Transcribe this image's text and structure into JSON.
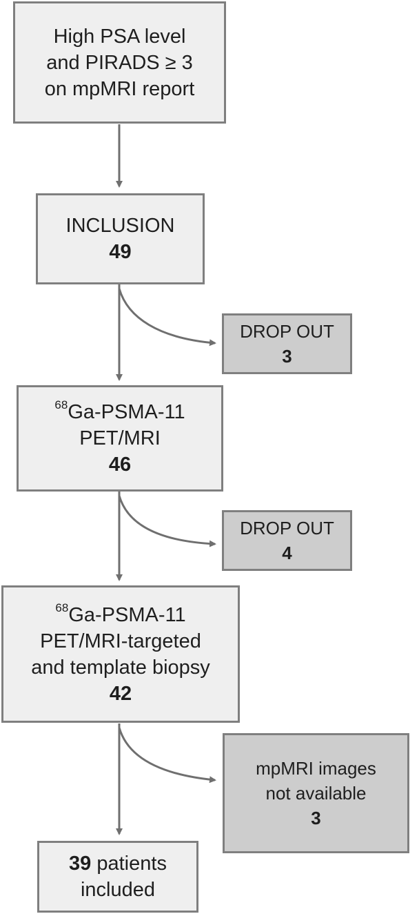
{
  "flowchart": {
    "start": {
      "lines": [
        "High PSA level",
        "and PIRADS ≥ 3",
        "on mpMRI report"
      ]
    },
    "inclusion": {
      "label": "INCLUSION",
      "count": "49"
    },
    "dropout_1": {
      "label": "DROP OUT",
      "count": "3"
    },
    "pet_mri": {
      "isotope": "68",
      "line1": "Ga-PSMA-11",
      "line2": "PET/MRI",
      "count": "46"
    },
    "dropout_2": {
      "label": "DROP OUT",
      "count": "4"
    },
    "biopsy": {
      "isotope": "68",
      "line1": "Ga-PSMA-11",
      "line2": "PET/MRI-targeted",
      "line3": "and template biopsy",
      "count": "42"
    },
    "excluded": {
      "line1": "mpMRI images",
      "line2": "not available",
      "count": "3"
    },
    "final": {
      "count": "39",
      "line1_suffix": " patients",
      "line2": "included"
    }
  },
  "colors": {
    "box_fill": "#efefef",
    "side_box_fill": "#cdcdcd",
    "border": "#7f7f7f",
    "arrow": "#6f6f6f",
    "text": "#1e1e1e"
  }
}
